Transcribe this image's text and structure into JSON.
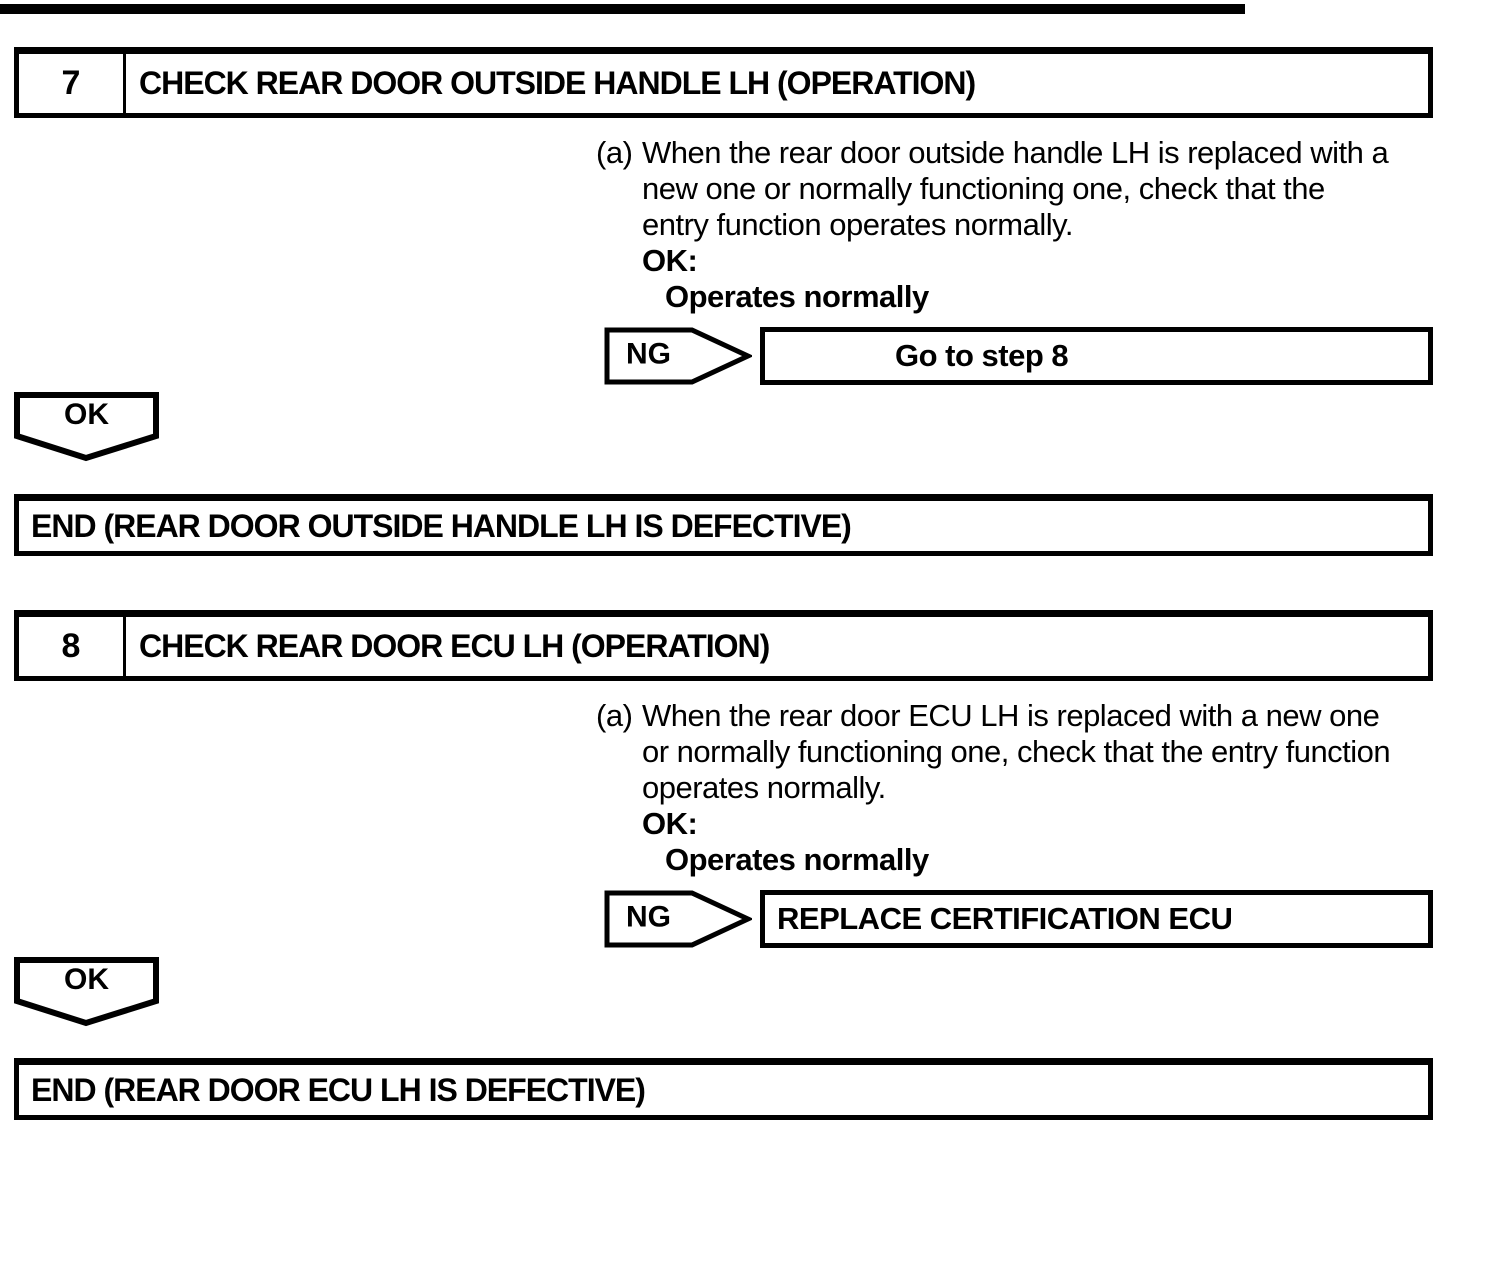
{
  "colors": {
    "ink": "#000000",
    "paper": "#ffffff"
  },
  "steps": [
    {
      "number": "7",
      "title": "CHECK REAR DOOR OUTSIDE HANDLE LH (OPERATION)",
      "item_label": "(a)",
      "item_lines": [
        "When the rear door outside handle LH is replaced with a",
        "new one or normally functioning one, check that the",
        "entry function operates normally."
      ],
      "ok_label": "OK:",
      "ok_criteria": "Operates normally",
      "ng_label": "NG",
      "ng_action": "Go to step 8",
      "ok_branch_label": "OK",
      "end_text": "END (REAR DOOR OUTSIDE HANDLE LH IS DEFECTIVE)"
    },
    {
      "number": "8",
      "title": "CHECK REAR DOOR ECU LH (OPERATION)",
      "item_label": "(a)",
      "item_lines": [
        "When the rear door ECU LH is replaced with a new one",
        "or normally functioning one, check that the entry function",
        "operates normally."
      ],
      "ok_label": "OK:",
      "ok_criteria": "Operates normally",
      "ng_label": "NG",
      "ng_action": "REPLACE CERTIFICATION ECU",
      "ok_branch_label": "OK",
      "end_text": "END (REAR DOOR ECU LH IS DEFECTIVE)"
    }
  ]
}
